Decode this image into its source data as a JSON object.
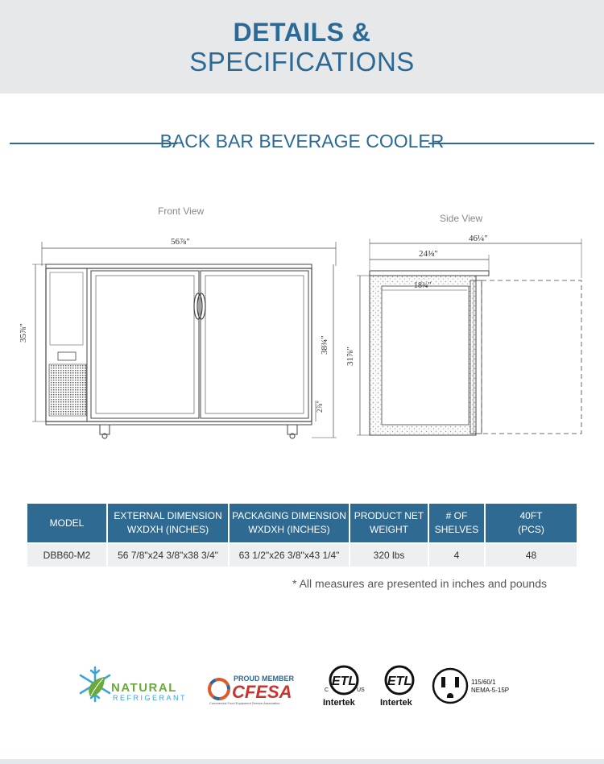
{
  "header": {
    "line1": "DETAILS &",
    "line2": "SPECIFICATIONS"
  },
  "section": {
    "title": "BACK BAR BEVERAGE COOLER"
  },
  "drawing": {
    "front_label": "Front View",
    "side_label": "Side View",
    "front_width": "56⅞″",
    "front_height": "35⅞″",
    "front_door_height": "38¾″",
    "front_base_height": "2⅞″",
    "side_total_depth": "46¼″",
    "side_depth": "24⅜″",
    "side_inner_depth": "18¾″",
    "side_height": "31⅞″"
  },
  "table": {
    "headers": [
      [
        "MODEL"
      ],
      [
        "EXTERNAL DIMENSION",
        "WXDXH (INCHES)"
      ],
      [
        "PACKAGING DIMENSION",
        "WXDXH (INCHES)"
      ],
      [
        "PRODUCT NET",
        "WEIGHT"
      ],
      [
        "# OF",
        "SHELVES"
      ],
      [
        "40FT",
        "(PCS)"
      ]
    ],
    "row": [
      "DBB60-M2",
      "56 7/8\"x24 3/8\"x38 3/4\"",
      "63 1/2\"x26 3/8\"x43 1/4\"",
      "320 lbs",
      "4",
      "48"
    ]
  },
  "note": "* All measures are presented in inches and pounds",
  "logos": {
    "natural_top": "NATURAL",
    "natural_bottom": "REFRIGERANT",
    "cfesa_top": "PROUD MEMBER",
    "cfesa_main": "CFESA",
    "cfesa_sub": "Commercial Food Equipment Service Association",
    "intertek1": "Intertek",
    "intertek2": "Intertek",
    "plug_line1": "115/60/1",
    "plug_line2": "NEMA-5-15P"
  },
  "colors": {
    "brand_blue": "#2b6a97",
    "header_bg": "#e7e8e9",
    "table_header": "#2f6a92",
    "table_row": "#eeeff0",
    "natural_green": "#6aaa3a"
  }
}
